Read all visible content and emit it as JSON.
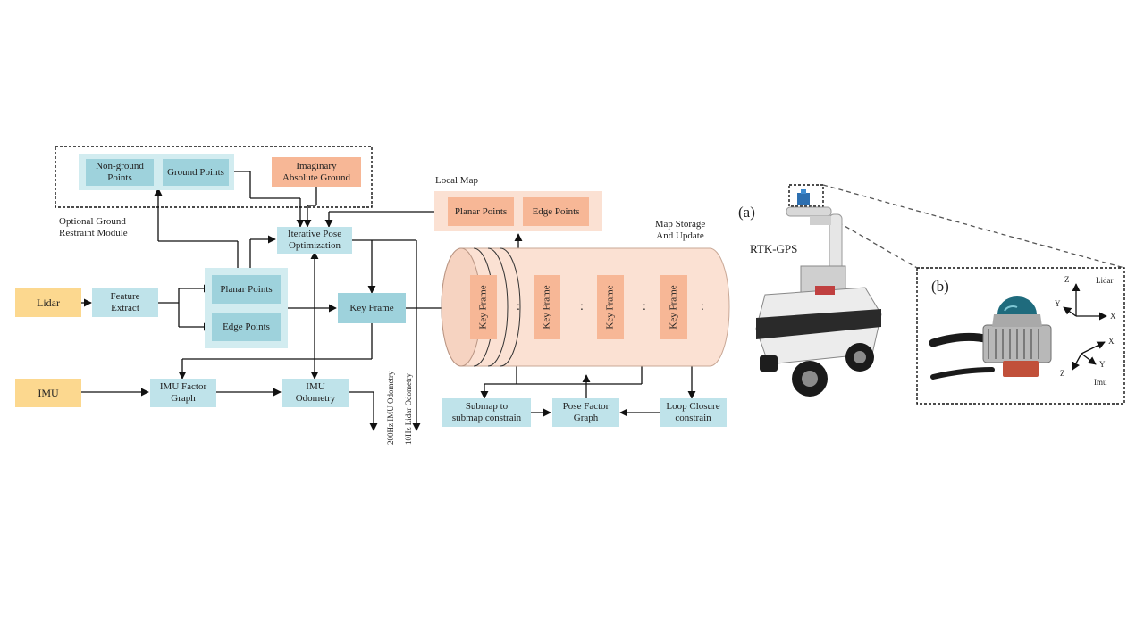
{
  "ground_module": {
    "label": "Optional Ground\nRestraint Module",
    "non_ground": "Non-ground Points",
    "ground": "Ground Points",
    "imaginary": "Imaginary Absolute Ground"
  },
  "inputs": {
    "lidar": "Lidar",
    "imu": "IMU"
  },
  "front_end": {
    "feature_extract": "Feature Extract",
    "planar": "Planar Points",
    "edge": "Edge Points",
    "iterative_pose": "Iterative Pose Optimization",
    "key_frame": "Key Frame",
    "imu_factor": "IMU Factor Graph",
    "imu_odometry": "IMU Odometry",
    "odom_200hz": "200Hz IMU Odometry",
    "odom_10hz": "10Hz Lidar Odometry"
  },
  "local_map": {
    "title": "Local Map",
    "planar": "Planar Points",
    "edge": "Edge Points"
  },
  "map_storage": {
    "title": "Map Storage And Update",
    "key_frame_label": "Key Frame",
    "ellipsis": ":"
  },
  "back_end": {
    "submap": "Submap to submap constrain",
    "pose_graph": "Pose Factor Graph",
    "loop": "Loop Closure constrain"
  },
  "photo_a": {
    "tag": "(a)",
    "gps": "RTK-GPS"
  },
  "photo_b": {
    "tag": "(b)",
    "lidar": "Lidar",
    "imu": "Imu",
    "axis_z": "Z",
    "axis_y": "Y",
    "axis_x": "X"
  },
  "colors": {
    "light_blue": "#bfe3ea",
    "teal": "#9ed2dc",
    "yellow": "#fcd88f",
    "orange": "#f7b796",
    "pale_orange": "#fbe1d3"
  }
}
